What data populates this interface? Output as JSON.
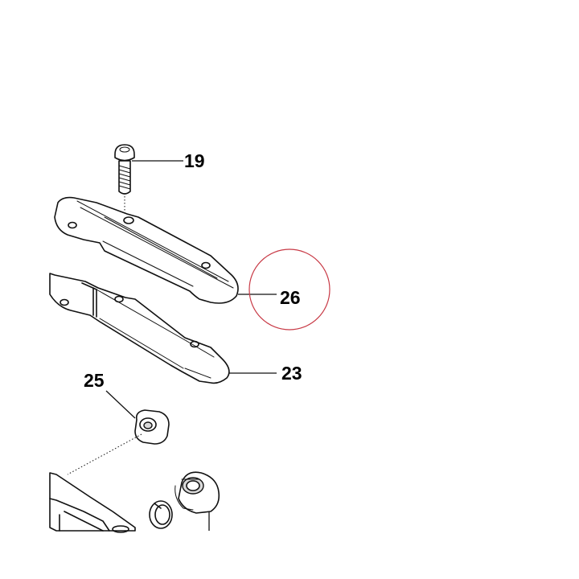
{
  "callouts": [
    {
      "id": "19",
      "label": "19"
    },
    {
      "id": "26",
      "label": "26"
    },
    {
      "id": "23",
      "label": "23"
    },
    {
      "id": "25",
      "label": "25"
    }
  ],
  "highlight_color": "#c83a46",
  "line_color": "#111111"
}
